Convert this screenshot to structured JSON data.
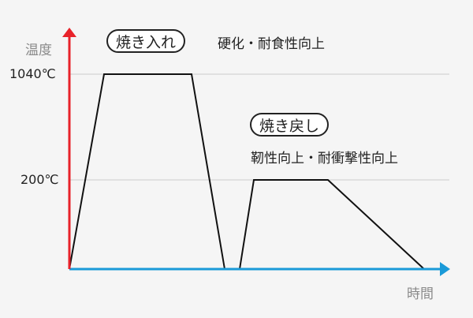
{
  "chart_data": {
    "type": "line",
    "title": "",
    "xlabel": "時間",
    "ylabel": "温度",
    "y_ticks": [
      "1040℃",
      "200℃"
    ],
    "grid": true,
    "series": [
      {
        "name": "焼き入れ",
        "description": "硬化・耐食性向上",
        "points": [
          [
            0,
            0
          ],
          [
            1,
            1040
          ],
          [
            3.5,
            1040
          ],
          [
            4.5,
            0
          ]
        ]
      },
      {
        "name": "焼き戻し",
        "description": "靭性向上・耐衝撃性向上",
        "points": [
          [
            5,
            0
          ],
          [
            5.4,
            200
          ],
          [
            7.5,
            200
          ],
          [
            10,
            0
          ]
        ]
      }
    ],
    "colors": {
      "y_axis": "#e8222a",
      "x_axis": "#1a9ad8",
      "line": "#111111",
      "grid": "#cccccc"
    }
  },
  "labels": {
    "y_axis": "温度",
    "x_axis": "時間",
    "tick_high": "1040℃",
    "tick_low": "200℃",
    "quench_title": "焼き入れ",
    "quench_desc": "硬化・耐食性向上",
    "temper_title": "焼き戻し",
    "temper_desc": "靭性向上・耐衝撃性向上"
  }
}
